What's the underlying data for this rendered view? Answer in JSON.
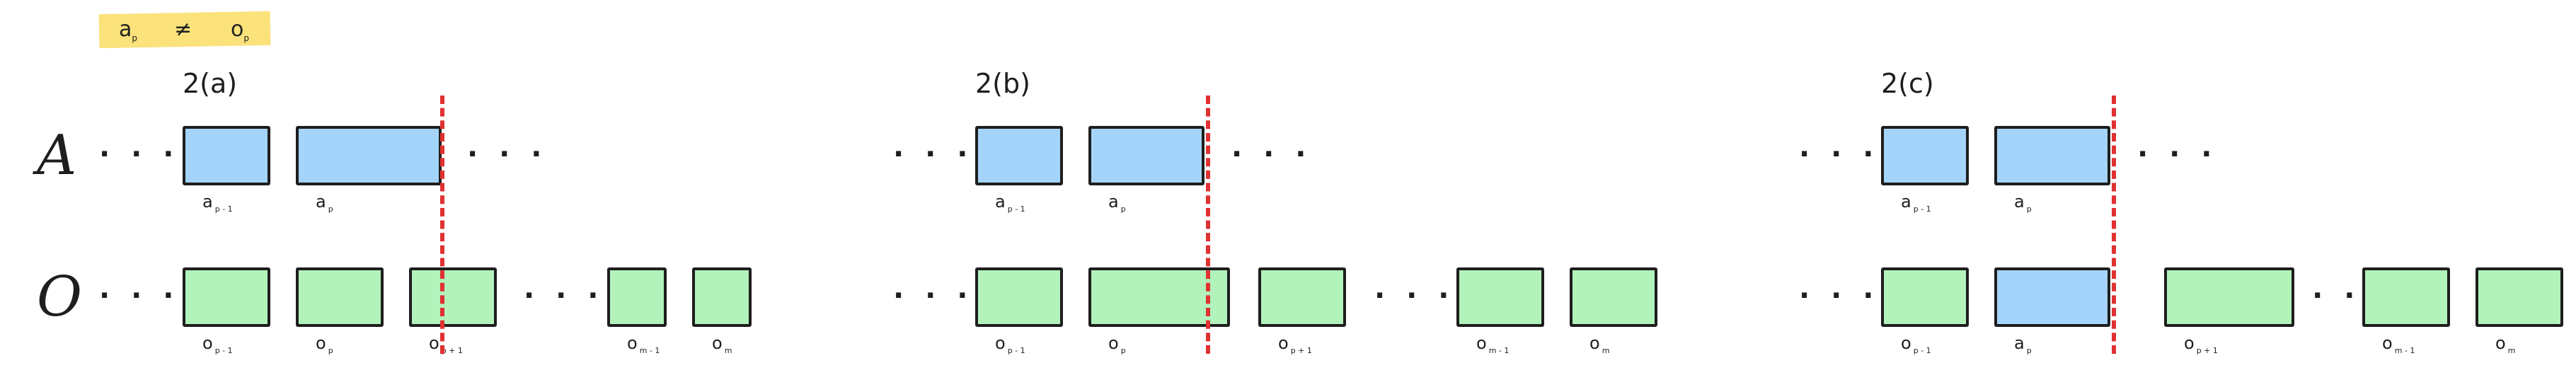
{
  "highlight": {
    "left": "a",
    "left_sub": "p",
    "op": "≠",
    "right": "o",
    "right_sub": "p"
  },
  "rows": {
    "a": "A",
    "o": "O"
  },
  "ellipsis": "· · ·",
  "panels": [
    {
      "title": "2(a)",
      "a_labels": [
        {
          "t": "a",
          "s": "p - 1"
        },
        {
          "t": "a",
          "s": "p"
        }
      ],
      "o_labels": [
        {
          "t": "o",
          "s": "p - 1"
        },
        {
          "t": "o",
          "s": "p"
        },
        {
          "t": "o",
          "s": "p + 1"
        },
        {
          "t": "o",
          "s": "m - 1"
        },
        {
          "t": "o",
          "s": "m"
        }
      ]
    },
    {
      "title": "2(b)",
      "a_labels": [
        {
          "t": "a",
          "s": "p - 1"
        },
        {
          "t": "a",
          "s": "p"
        }
      ],
      "o_labels": [
        {
          "t": "o",
          "s": "p - 1"
        },
        {
          "t": "o",
          "s": "p"
        },
        {
          "t": "o",
          "s": "p + 1"
        },
        {
          "t": "o",
          "s": "m - 1"
        },
        {
          "t": "o",
          "s": "m"
        }
      ]
    },
    {
      "title": "2(c)",
      "a_labels": [
        {
          "t": "a",
          "s": "p - 1"
        },
        {
          "t": "a",
          "s": "p"
        }
      ],
      "o_labels": [
        {
          "t": "o",
          "s": "p - 1"
        },
        {
          "t": "a",
          "s": "p"
        },
        {
          "t": "o",
          "s": "p + 1"
        },
        {
          "t": "o",
          "s": "m - 1"
        },
        {
          "t": "o",
          "s": "m"
        }
      ]
    }
  ],
  "colors": {
    "blue_fill": "#a5d4fb",
    "green_fill": "#b2f2bb",
    "cut_line": "#e03131",
    "highlight": "#fbe27a"
  }
}
